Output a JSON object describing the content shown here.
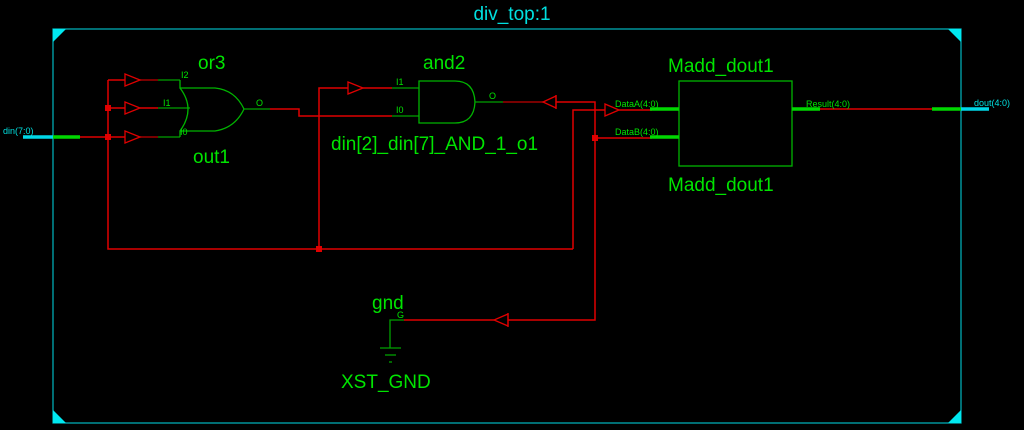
{
  "schematic": {
    "title": "div_top:1",
    "colors": {
      "background": "#000000",
      "frame": "#00b8c0",
      "symbol": "#00b400",
      "label": "#00e400",
      "wire": "#e00000",
      "port": "#00d8e8"
    },
    "ports": {
      "input": {
        "label": "din(7:0)",
        "direction": "in"
      },
      "output": {
        "label": "dout(4:0)",
        "direction": "out"
      }
    },
    "instances": {
      "or3": {
        "type_label": "or3",
        "instance_label": "out1",
        "pins": {
          "i2": "I2",
          "i1": "I1",
          "i0": "I0",
          "o": "O"
        }
      },
      "and2": {
        "type_label": "and2",
        "instance_label": "din[2]_din[7]_AND_1_o1",
        "pins": {
          "i1": "I1",
          "i0": "I0",
          "o": "O"
        }
      },
      "adder": {
        "type_label": "Madd_dout1",
        "instance_label": "Madd_dout1",
        "pins": {
          "data_a": "DataA(4:0)",
          "data_b": "DataB(4:0)",
          "result": "Result(4:0)"
        }
      },
      "gnd": {
        "type_label": "gnd",
        "instance_label": "XST_GND",
        "pins": {
          "g": "G"
        }
      }
    }
  }
}
